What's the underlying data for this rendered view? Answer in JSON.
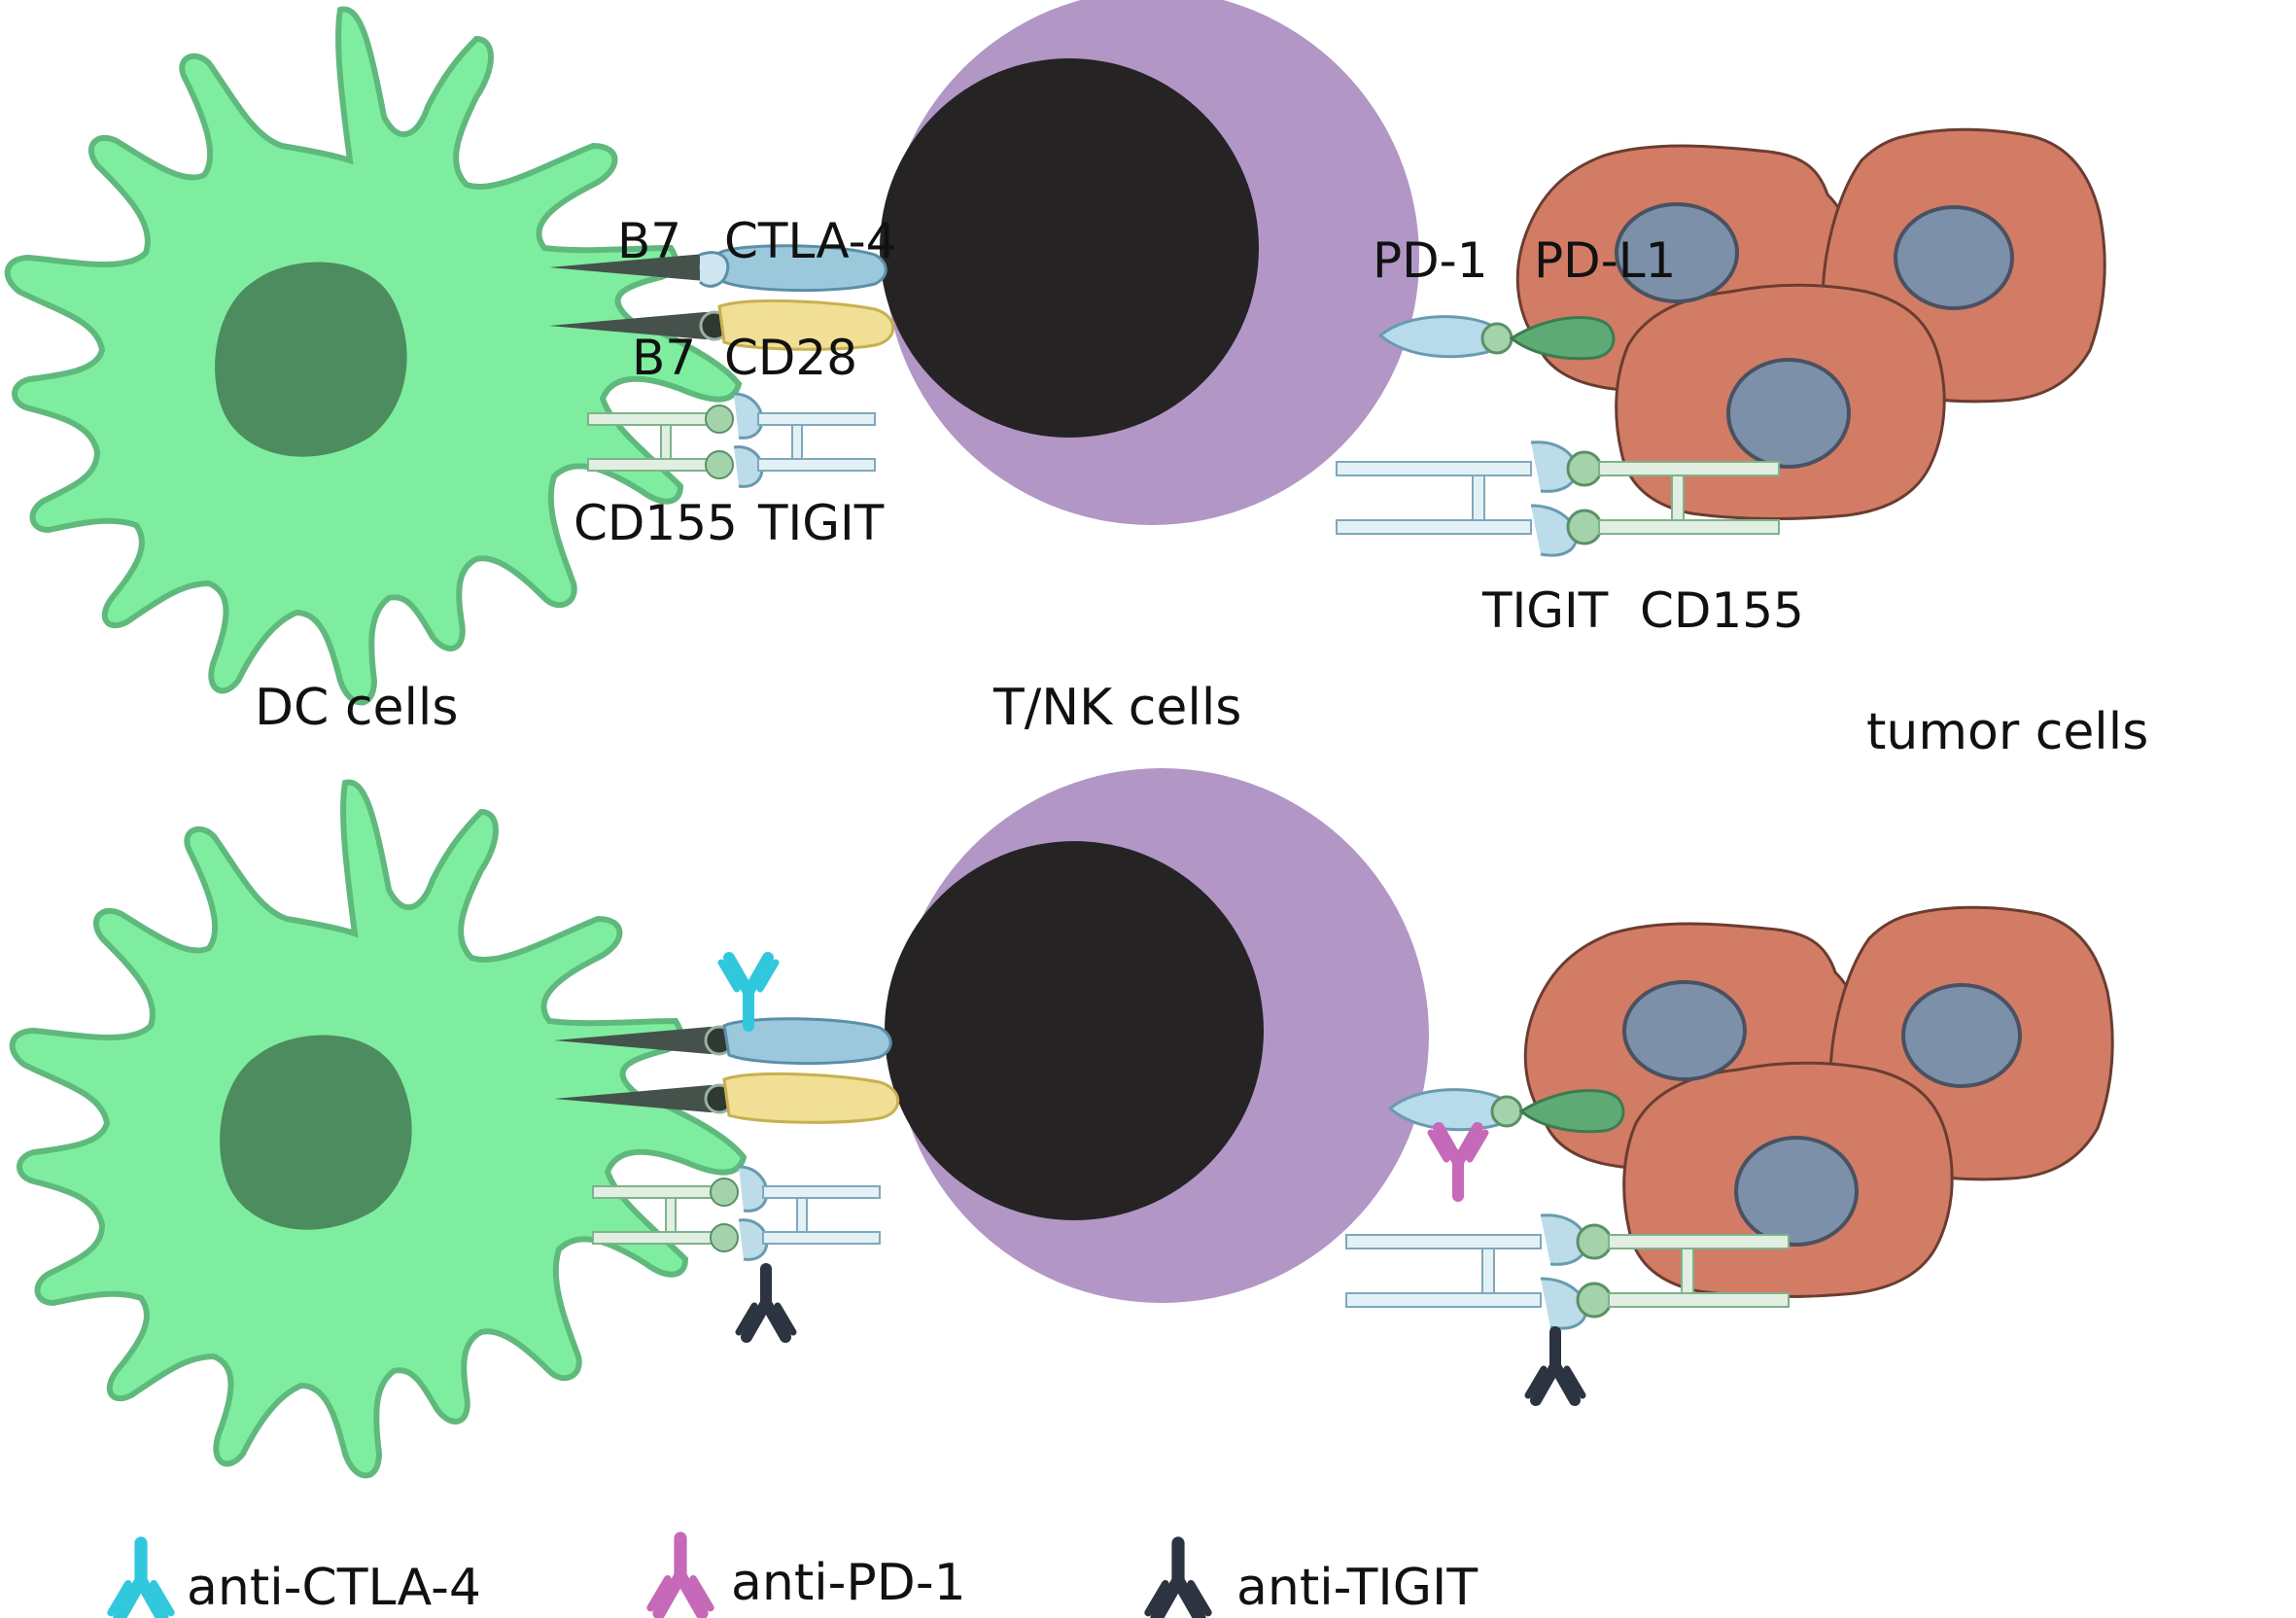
{
  "colors": {
    "dc_cell": "#7eed9f",
    "dc_cell_outline": "#5fb97c",
    "dc_nucleus": "#4d8c5e",
    "tnk_cytoplasm": "#b196c6",
    "tnk_nucleus": "#252323",
    "tumor_cell": "#d27c66",
    "tumor_outline": "#6b3d31",
    "tumor_nucleus": "#7c90aa",
    "b7": "#45514b",
    "ctla4": "#9cc8dc",
    "cd28": "#f0df95",
    "tigit": "#bcdcea",
    "cd155": "#b8dcbc",
    "pd1": "#b7dbeb",
    "pdl1": "#5eaa75",
    "anti_ctla4": "#31c8dd",
    "anti_pd1": "#c569b8",
    "anti_tigit": "#2b3440"
  },
  "top_panel": {
    "labels": {
      "b7_upper": "B7",
      "ctla4": "CTLA-4",
      "b7_lower": "B7",
      "cd28": "CD28",
      "cd155_left": "CD155",
      "tigit_left": "TIGIT",
      "pd1": "PD-1",
      "pdl1": "PD-L1",
      "tigit_right": "TIGIT",
      "cd155_right": "CD155"
    },
    "captions": {
      "dc": "DC cells",
      "tnk": "T/NK cells",
      "tumor": "tumor cells"
    }
  },
  "legend": [
    {
      "label": "anti-CTLA-4",
      "icon": "antibody-icon",
      "color_key": "anti_ctla4"
    },
    {
      "label": "anti-PD-1",
      "icon": "antibody-icon",
      "color_key": "anti_pd1"
    },
    {
      "label": "anti-TIGIT",
      "icon": "antibody-icon",
      "color_key": "anti_tigit"
    }
  ]
}
